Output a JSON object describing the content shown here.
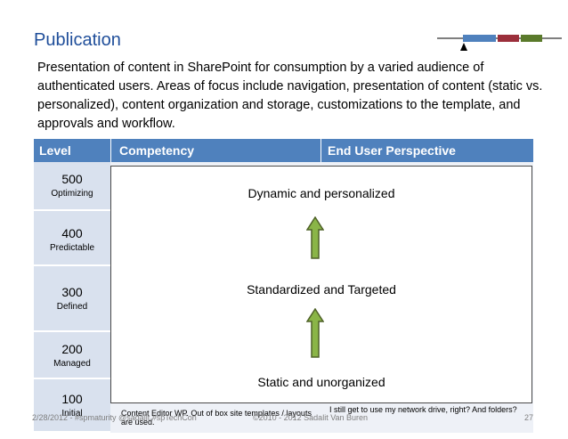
{
  "slide": {
    "title": "Publication",
    "description": "Presentation of content in SharePoint for consumption by a varied audience of authenticated users. Areas of focus include navigation, presentation of content (static vs. personalized), content organization and storage, customizations to the template, and approvals and workflow."
  },
  "table": {
    "headers": {
      "level": "Level",
      "competency": "Competency",
      "perspective": "End User Perspective"
    },
    "levels": [
      {
        "number": "500",
        "label": "Optimizing"
      },
      {
        "number": "400",
        "label": "Predictable"
      },
      {
        "number": "300",
        "label": "Defined"
      },
      {
        "number": "200",
        "label": "Managed"
      },
      {
        "number": "100",
        "label": "Initial"
      }
    ],
    "partial_competency": "Content Editor WP. Out of box site templates / layouts are used.",
    "partial_perspective": "I still get to use my network drive, right? And folders?"
  },
  "overlay": {
    "top": "Dynamic and personalized",
    "middle": "Standardized and Targeted",
    "bottom": "Static and unorganized"
  },
  "colors": {
    "title": "#1f4e9a",
    "header": "#4f81bd",
    "level_cell": "#d9e1ee",
    "arrow_fill": "#8ab547",
    "arrow_stroke": "#4f6228"
  },
  "footer": {
    "left": "2/28/2012 - #spmaturity @sadalit #spTechCon",
    "middle": "©2010 - 2012 Sadalit Van Buren",
    "page": "27"
  }
}
